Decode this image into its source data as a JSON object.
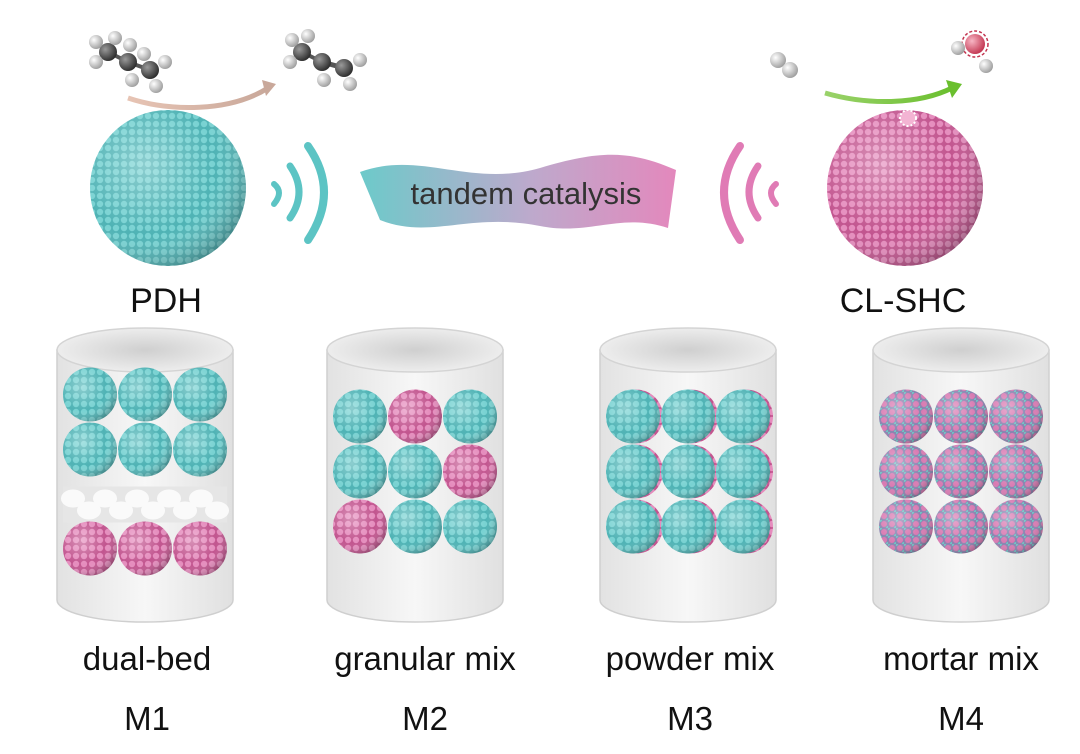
{
  "top": {
    "left_catalyst": {
      "label": "PDH",
      "color": "#5cc4c4"
    },
    "right_catalyst": {
      "label": "CL-SHC",
      "color": "#d96aa9"
    },
    "banner": {
      "text": "tandem catalysis"
    }
  },
  "reactors": [
    {
      "name": "dual-bed",
      "code": "M1",
      "rows": [
        [
          "teal",
          "teal",
          "teal"
        ],
        [
          "teal",
          "teal",
          "teal"
        ],
        [
          "gap"
        ],
        [
          "pink",
          "pink",
          "pink"
        ]
      ]
    },
    {
      "name": "granular mix",
      "code": "M2",
      "rows": [
        [
          "teal",
          "pink",
          "teal"
        ],
        [
          "teal",
          "teal",
          "pink"
        ],
        [
          "pink",
          "teal",
          "teal"
        ]
      ]
    },
    {
      "name": "powder mix",
      "code": "M3",
      "rows": [
        [
          "tealp",
          "tealp",
          "tealp"
        ],
        [
          "tealp",
          "tealp",
          "tealp"
        ],
        [
          "tealp",
          "tealp",
          "tealp"
        ]
      ]
    },
    {
      "name": "mortar mix",
      "code": "M4",
      "rows": [
        [
          "mixed",
          "mixed",
          "mixed"
        ],
        [
          "mixed",
          "mixed",
          "mixed"
        ],
        [
          "mixed",
          "mixed",
          "mixed"
        ]
      ]
    }
  ],
  "colors": {
    "teal": "#5cc4c4",
    "pink": "#d96aa9",
    "cylinder": "#e9e9e9"
  }
}
